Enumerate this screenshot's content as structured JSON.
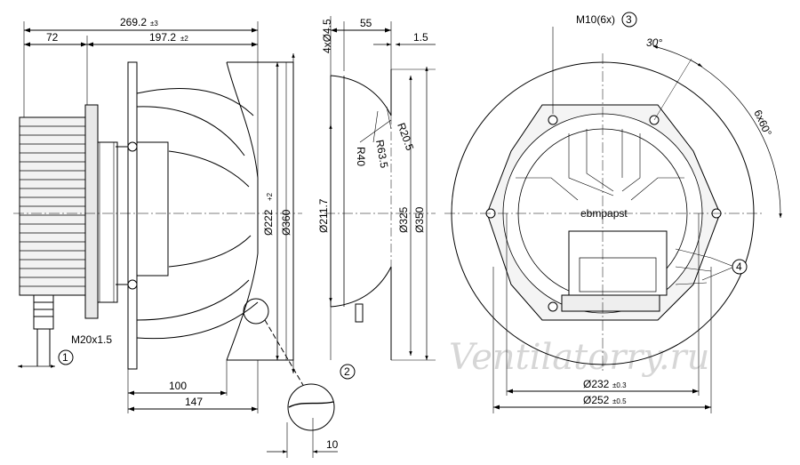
{
  "side_view": {
    "overall_length": {
      "value": "269.2",
      "tol": "±3"
    },
    "motor_length": {
      "value": "72"
    },
    "impeller_length": {
      "value": "197.2",
      "tol": "±2"
    },
    "dia_222": {
      "value": "Ø222",
      "tol": "+2"
    },
    "dia_360": {
      "value": "Ø360"
    },
    "len_100": {
      "value": "100"
    },
    "len_147": {
      "value": "147"
    },
    "len_10": {
      "value": "10"
    },
    "cable_gland": {
      "value": "M20x1.5"
    },
    "callout_1": "1"
  },
  "inlet_ring": {
    "holes": "4xØ4.5",
    "width_55": "55",
    "thk_1_5": "1.5",
    "r20": "R20.5",
    "r63": "R63.5",
    "r40": "R40",
    "dia_211": "Ø211.7",
    "dia_325": "Ø325",
    "dia_350": "Ø350",
    "callout_2": "2"
  },
  "front_view": {
    "thread": "M10(6x)",
    "callout_3": "3",
    "angle_30": "30°",
    "angle_6x60": "6x60°",
    "brand": "ebmpapst",
    "callout_4": "4",
    "dia_232": {
      "value": "Ø232",
      "tol": "±0.3"
    },
    "dia_252": {
      "value": "Ø252",
      "tol": "±0.5"
    }
  },
  "watermark": "Ventilatorry.ru"
}
